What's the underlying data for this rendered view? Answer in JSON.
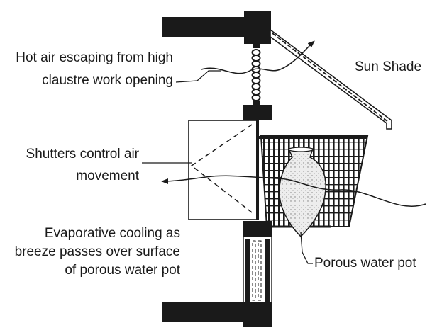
{
  "labels": {
    "hot_air_line1": "Hot air escaping from high",
    "hot_air_line2": "claustre work opening",
    "sun_shade": "Sun Shade",
    "shutters_line1": "Shutters control air",
    "shutters_line2": "movement",
    "evap_line1": "Evaporative cooling as",
    "evap_line2": "breeze passes over surface",
    "evap_line3": "of porous water pot",
    "porous_pot": "Porous water pot"
  },
  "colors": {
    "ink": "#1a1a1a",
    "pot_fill": "#ededed",
    "background": "#ffffff"
  }
}
